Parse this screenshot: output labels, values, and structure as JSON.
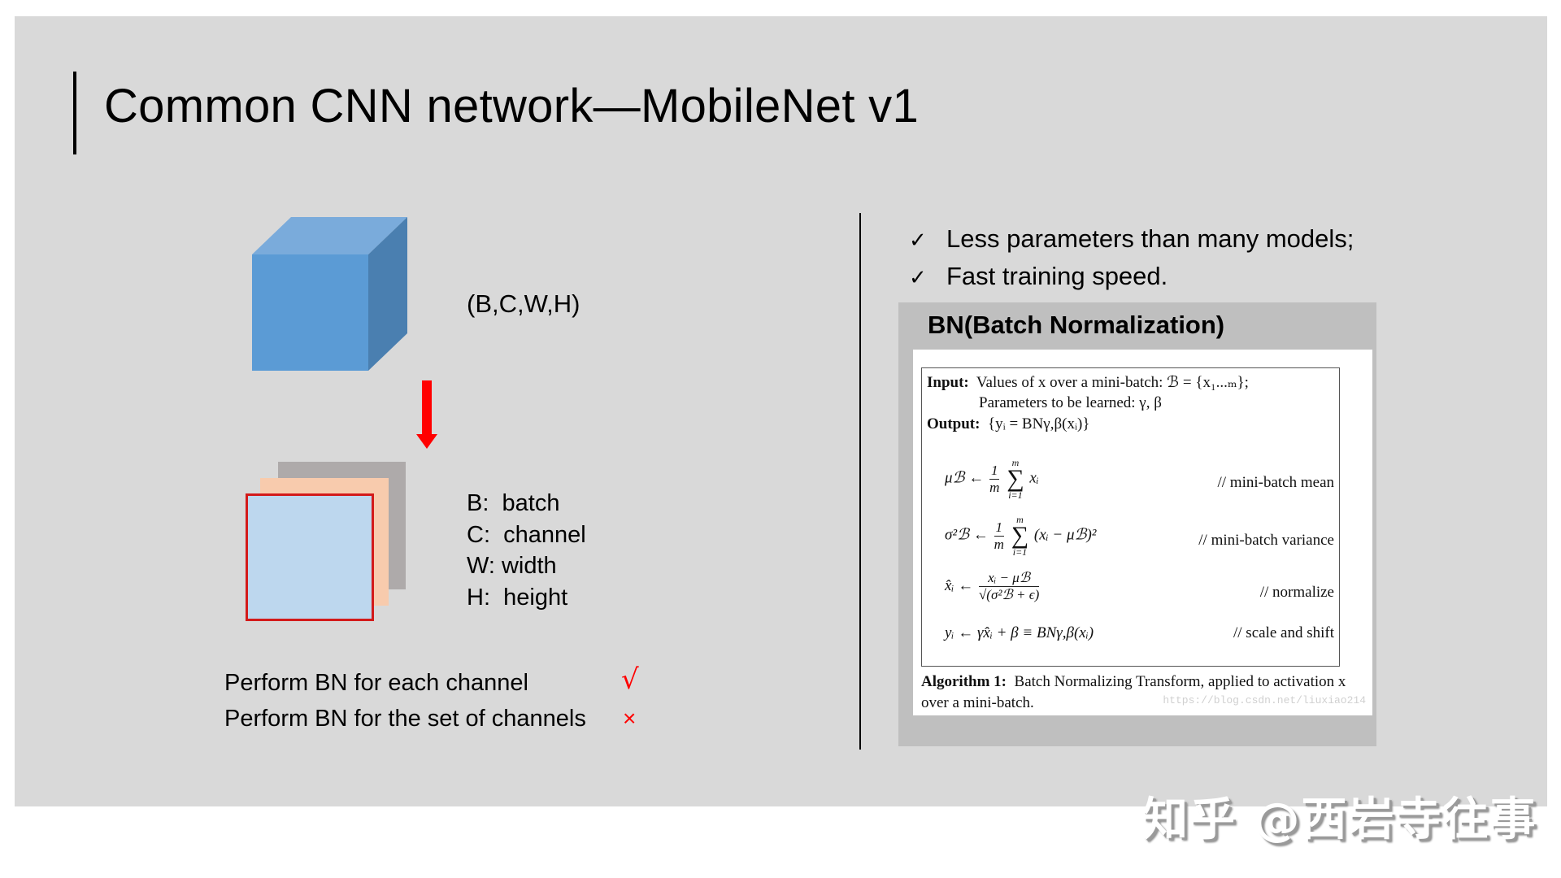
{
  "slide": {
    "title": "Common CNN network—MobileNet v1",
    "background": "#d9d9d9"
  },
  "left": {
    "tensor_shape": "(B,C,W,H)",
    "cube_colors": {
      "front": "#5b9bd5",
      "top": "#7aabdb",
      "side": "#4a7fb0"
    },
    "arrow_color": "#ff0000",
    "layer_colors": {
      "back": "#aeaaaa",
      "mid": "#f8cbad",
      "front": "#bdd7ee",
      "highlight_border": "#d31a1a"
    },
    "legend": [
      {
        "key": "B:",
        "value": "batch"
      },
      {
        "key": "C:",
        "value": "channel"
      },
      {
        "key": "W:",
        "value": "width"
      },
      {
        "key": "H:",
        "value": "height"
      }
    ],
    "bn_options": [
      {
        "text": "Perform BN for each channel",
        "mark": "√",
        "mark_meaning": "correct"
      },
      {
        "text": "Perform BN for the set of channels",
        "mark": "×",
        "mark_meaning": "incorrect"
      }
    ]
  },
  "right": {
    "bullets": [
      {
        "icon": "✓",
        "text": "Less parameters than many models;"
      },
      {
        "icon": "✓",
        "text": "Fast training speed."
      }
    ],
    "bn_box": {
      "title": "BN(Batch Normalization)",
      "algorithm": {
        "input_label": "Input:",
        "input_text": "Values of x over a mini-batch: ℬ = {x₁...ₘ};",
        "params_text": "Parameters to be learned: γ, β",
        "output_label": "Output:",
        "output_text": "{yᵢ = BNγ,β(xᵢ)}",
        "steps": [
          {
            "lhs": "μℬ ←",
            "rhs": "xᵢ",
            "comment": "// mini-batch mean"
          },
          {
            "lhs": "σ²ℬ ←",
            "rhs": "(xᵢ − μℬ)²",
            "comment": "// mini-batch variance"
          },
          {
            "lhs": "x̂ᵢ ←",
            "num": "xᵢ − μℬ",
            "den": "√(σ²ℬ + ϵ)",
            "comment": "// normalize"
          },
          {
            "lhs": "yᵢ ← γx̂ᵢ + β ≡ BNγ,β(xᵢ)",
            "comment": "// scale and shift"
          }
        ],
        "frac_num": "1",
        "frac_den": "m",
        "sum_top": "m",
        "sum_bottom": "i=1",
        "sum_symbol": "∑",
        "caption_label": "Algorithm 1:",
        "caption_text": "Batch Normalizing Transform, applied to activation x over a mini-batch.",
        "source_watermark": "https://blog.csdn.net/liuxiao214"
      }
    }
  },
  "watermark": "知乎 @西岩寺往事"
}
